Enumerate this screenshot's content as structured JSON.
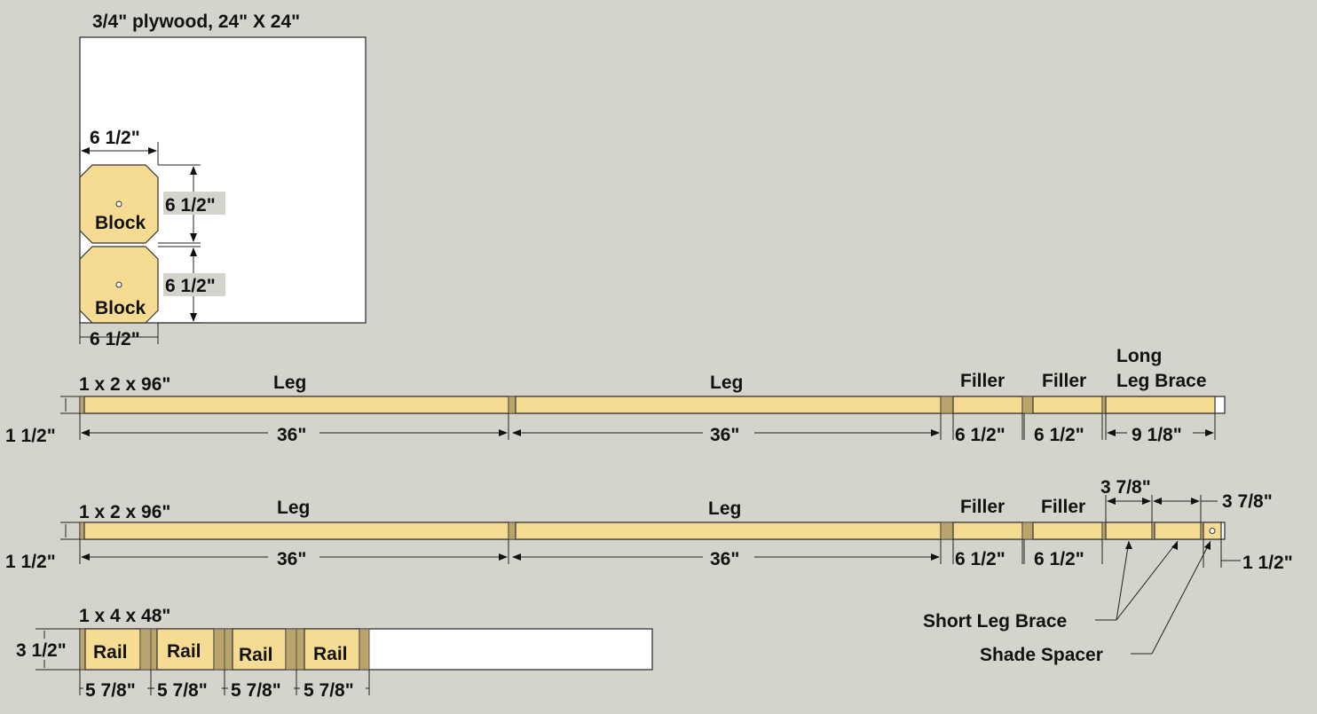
{
  "plywood": {
    "title": "3/4\" plywood, 24\" X 24\"",
    "block_label": "Block",
    "dim_width": "6 1/2\"",
    "dim_height_1": "6 1/2\"",
    "dim_height_2": "6 1/2\"",
    "dim_bottom": "6 1/2\""
  },
  "board1": {
    "stock": "1 x 2 x 96\"",
    "width_dim": "1 1/2\"",
    "leg_1": "Leg",
    "leg_2": "Leg",
    "filler_1": "Filler",
    "filler_2": "Filler",
    "long_brace_line1": "Long",
    "long_brace_line2": "Leg Brace",
    "dim_leg_1": "36\"",
    "dim_leg_2": "36\"",
    "dim_filler_1": "6 1/2\"",
    "dim_filler_2": "6 1/2\"",
    "dim_brace": "9 1/8\""
  },
  "board2": {
    "stock": "1 x 2 x 96\"",
    "width_dim": "1 1/2\"",
    "leg_1": "Leg",
    "leg_2": "Leg",
    "filler_1": "Filler",
    "filler_2": "Filler",
    "dim_leg_1": "36\"",
    "dim_leg_2": "36\"",
    "dim_filler_1": "6 1/2\"",
    "dim_filler_2": "6 1/2\"",
    "dim_short_1": "3 7/8\"",
    "dim_short_2": "3 7/8\"",
    "dim_spacer": "1 1/2\"",
    "callout_short": "Short Leg Brace",
    "callout_spacer": "Shade Spacer"
  },
  "board3": {
    "stock": "1 x 4 x 48\"",
    "width_dim": "3 1/2\"",
    "rail_1": "Rail",
    "rail_2": "Rail",
    "rail_3": "Rail",
    "rail_4": "Rail",
    "dim_rail_1": "5 7/8\"",
    "dim_rail_2": "5 7/8\"",
    "dim_rail_3": "5 7/8\"",
    "dim_rail_4": "5 7/8\""
  }
}
